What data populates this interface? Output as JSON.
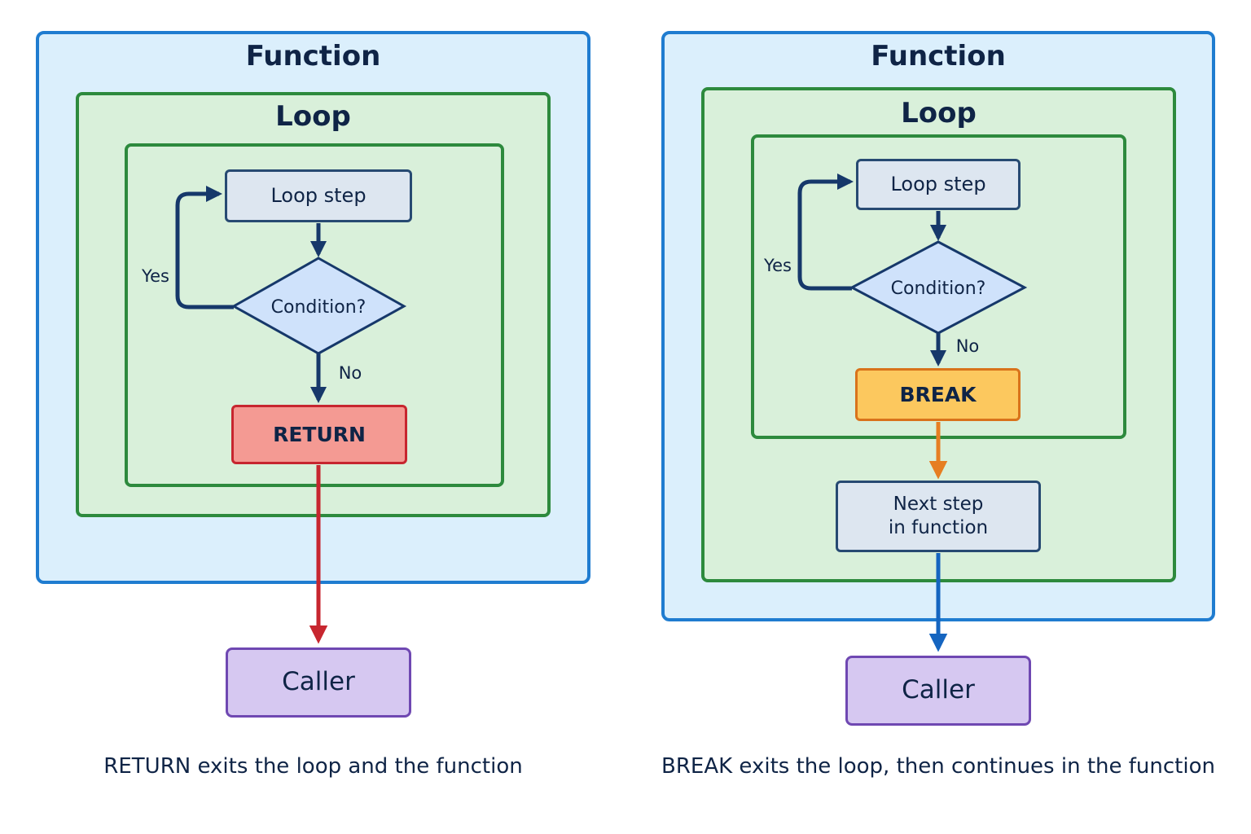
{
  "colors": {
    "function_border": "#1f7cd0",
    "function_fill": "#dbeffc",
    "loop_border": "#2d8a3d",
    "loop_fill": "#d9f0da",
    "node_border": "#274a72",
    "return_fill": "#f49a93",
    "return_arrow": "#c7262f",
    "break_fill": "#fcc85e",
    "break_arrow": "#e67e22",
    "caller_fill": "#d6c8f1",
    "caller_border": "#6f48b2",
    "function_exit_arrow": "#1565c0"
  },
  "left": {
    "function_title": "Function",
    "loop_title": "Loop",
    "loop_step": "Loop step",
    "condition": "Condition?",
    "yes_label": "Yes",
    "no_label": "No",
    "exit_node": "RETURN",
    "caller": "Caller",
    "caption": "RETURN exits the loop and the function"
  },
  "right": {
    "function_title": "Function",
    "loop_title": "Loop",
    "loop_step": "Loop step",
    "condition": "Condition?",
    "yes_label": "Yes",
    "no_label": "No",
    "exit_node": "BREAK",
    "next_step_line1": "Next step",
    "next_step_line2": "in function",
    "caller": "Caller",
    "caption": "BREAK exits the loop, then continues in the function"
  }
}
